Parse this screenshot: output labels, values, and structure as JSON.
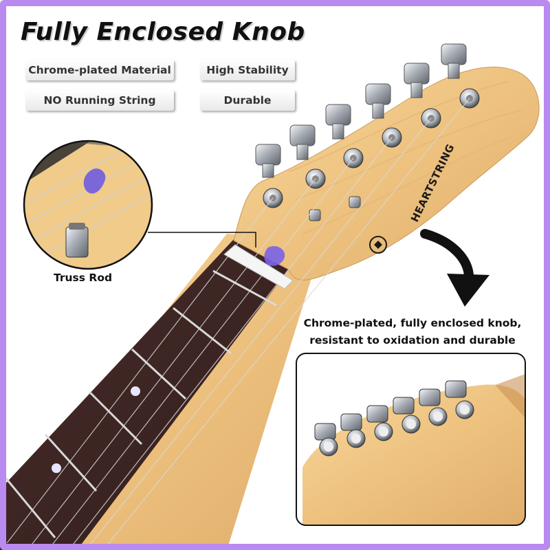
{
  "title": "Fully Enclosed Knob",
  "features": [
    "Chrome-plated Material",
    "High Stability",
    "NO Running String",
    "Durable"
  ],
  "brand": "HEARTSTRING",
  "callout_label": "Truss Rod",
  "caption": {
    "line1": "Chrome-plated, fully enclosed knob,",
    "line2": "resistant to oxidation and durable"
  },
  "colors": {
    "frame": "#b98af0",
    "wood": "#f0c887",
    "fretboard": "#3c2522",
    "chrome": "#c9ccd1",
    "guitar_pick": "#7a62e8"
  },
  "icons": [
    "arrow-down-icon",
    "heartstring-logo-icon"
  ]
}
